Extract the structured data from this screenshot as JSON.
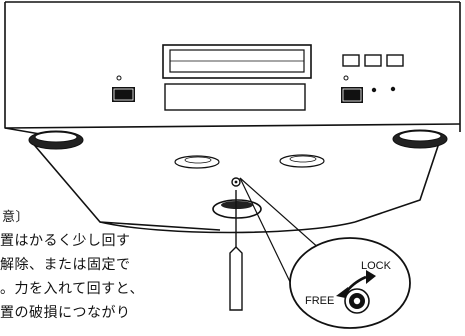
{
  "callout": {
    "lock_label": "LOCK",
    "free_label": "FREE"
  },
  "text_lines": [
    "置はかるく少し回す",
    "解除、または固定で",
    "。力を入れて回すと、",
    "置の破損につながり"
  ],
  "heading_fragment": "意〕",
  "icons": {
    "arrow": "curved-double-arrow-icon",
    "knob": "lock-knob-icon"
  }
}
